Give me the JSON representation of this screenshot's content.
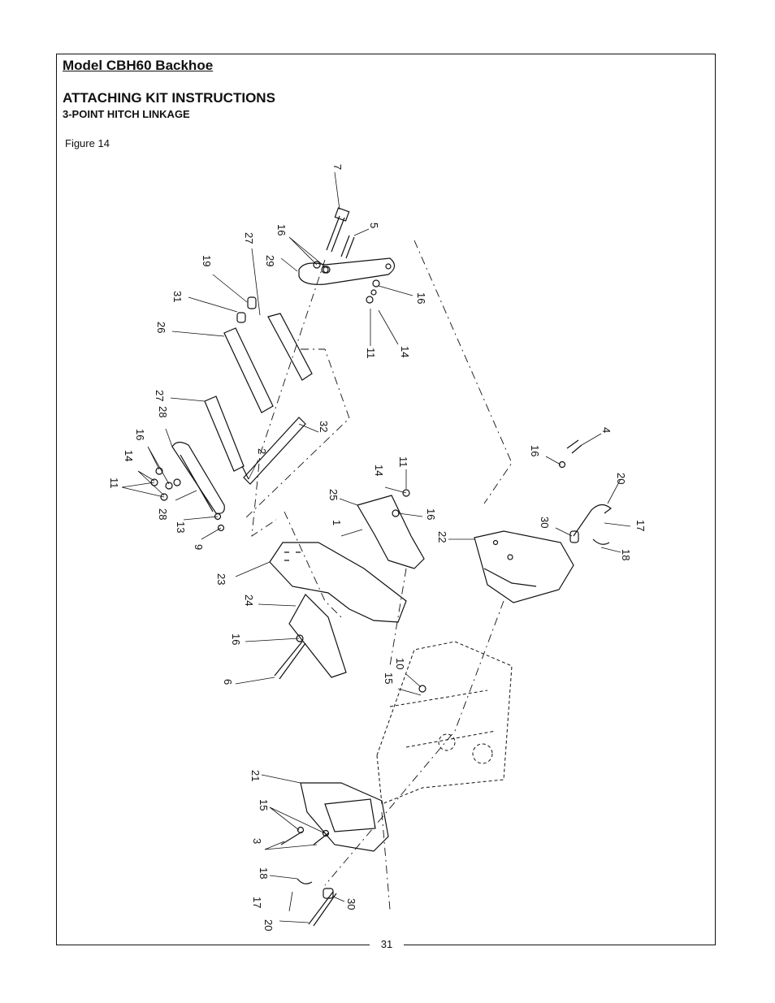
{
  "header": {
    "model_title": "Model CBH60 Backhoe",
    "section_title": "ATTACHING KIT INSTRUCTIONS",
    "section_subtitle": "3-POINT HITCH LINKAGE"
  },
  "figure": {
    "caption": "Figure 14",
    "callouts": [
      "7",
      "5",
      "16",
      "27",
      "29",
      "19",
      "16",
      "31",
      "11",
      "14",
      "26",
      "27",
      "28",
      "16",
      "14",
      "11",
      "28",
      "13",
      "9",
      "32",
      "2",
      "25",
      "14",
      "11",
      "16",
      "1",
      "4",
      "16",
      "20",
      "30",
      "17",
      "18",
      "22",
      "23",
      "24",
      "16",
      "6",
      "10",
      "15",
      "21",
      "15",
      "3",
      "18",
      "17",
      "30",
      "20"
    ]
  },
  "footer": {
    "page_number": "31"
  }
}
